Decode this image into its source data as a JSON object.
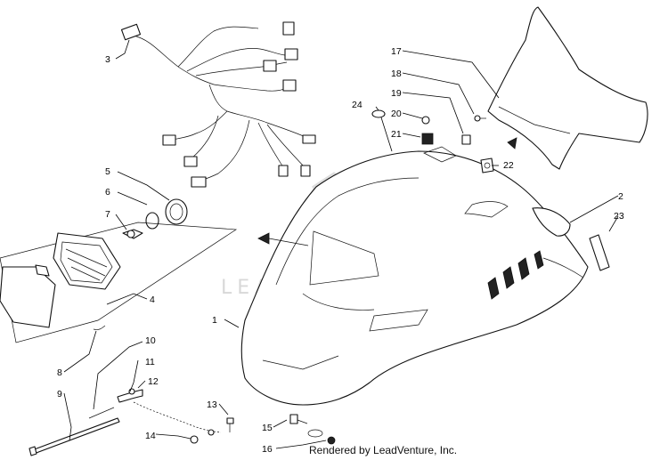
{
  "callouts": {
    "c1": "1",
    "c2": "2",
    "c3": "3",
    "c4": "4",
    "c5": "5",
    "c6": "6",
    "c7": "7",
    "c8": "8",
    "c9": "9",
    "c10": "10",
    "c11": "11",
    "c12": "12",
    "c13": "13",
    "c14": "14",
    "c15": "15",
    "c16": "16",
    "c17": "17",
    "c18": "18",
    "c19": "19",
    "c20": "20",
    "c21": "21",
    "c22": "22",
    "c23": "23",
    "c24": "24"
  },
  "watermark": "LEADVENTURE",
  "credit": "Rendered by LeadVenture, Inc."
}
